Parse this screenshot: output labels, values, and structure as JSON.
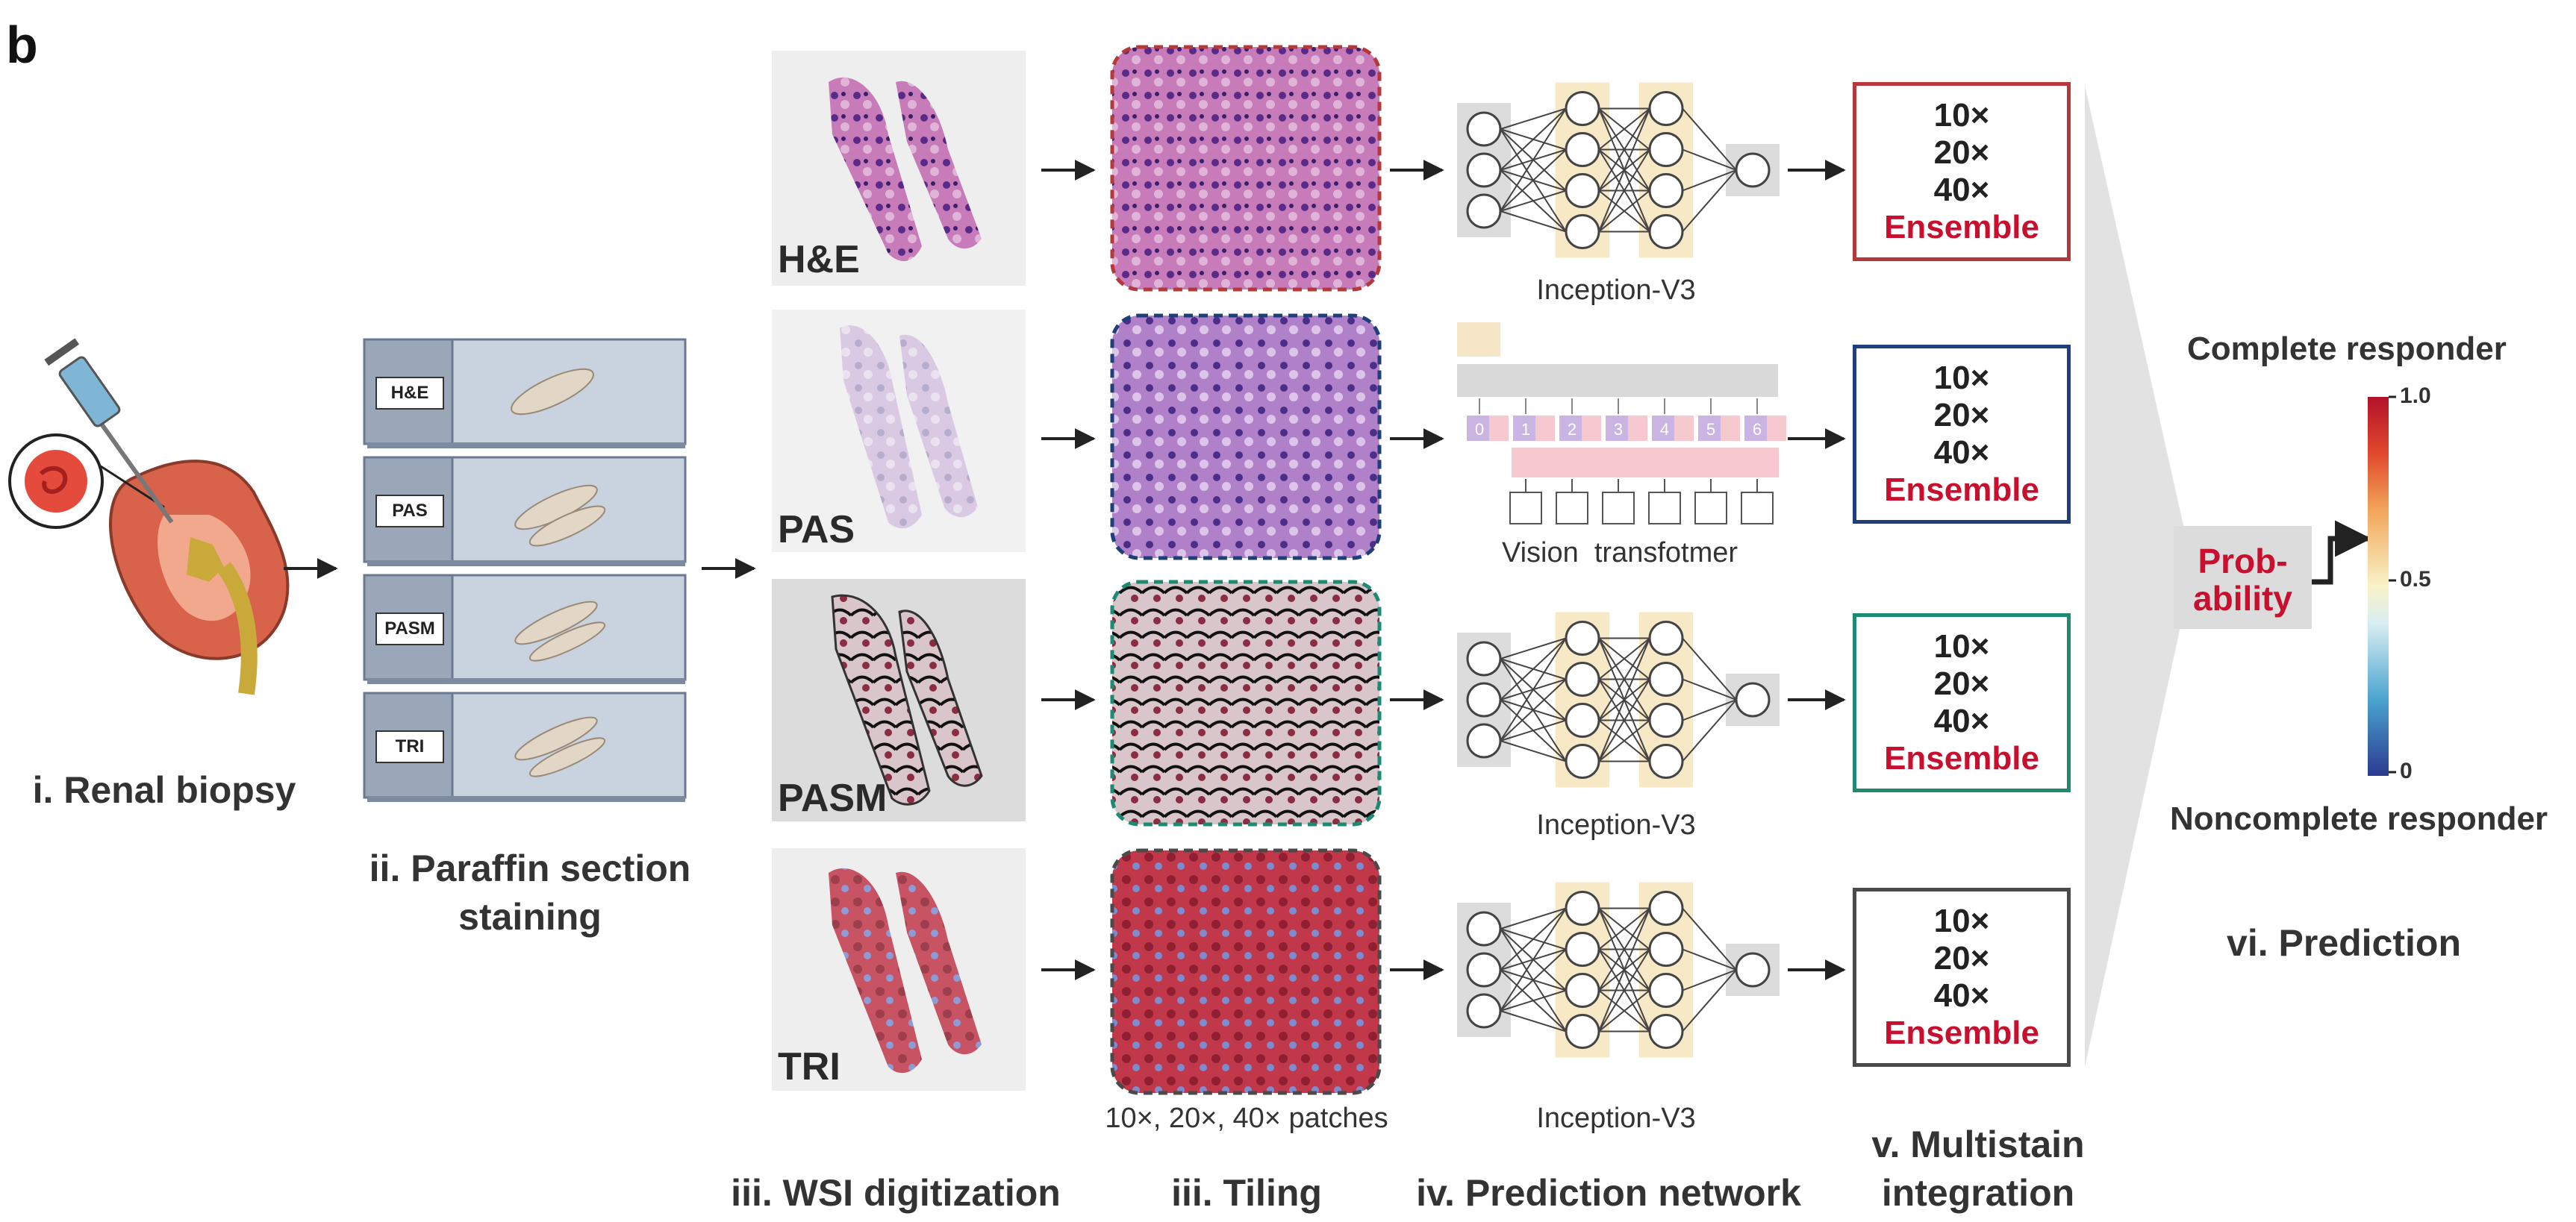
{
  "panel_letter": "b",
  "steps": {
    "renal_biopsy": "i. Renal biopsy",
    "paraffin_line1": "ii. Paraffin section",
    "paraffin_line2": "staining",
    "wsi": "iii. WSI digitization",
    "tiling": "iii. Tiling",
    "prediction_network": "iv. Prediction network",
    "multistain_line1": "v. Multistain",
    "multistain_line2": "integration",
    "prediction": "vi. Prediction"
  },
  "stains": [
    "H&E",
    "PAS",
    "PASM",
    "TRI"
  ],
  "networks": {
    "row1": "Inception-V3",
    "row2": "Vision  transfotmer",
    "row3": "Inception-V3",
    "row4": "Inception-V3"
  },
  "vit_tokens": [
    "0",
    "1",
    "2",
    "3",
    "4",
    "5",
    "6"
  ],
  "patches_caption": "10×, 20×, 40× patches",
  "result_box": {
    "lines": [
      "10×",
      "20×",
      "40×"
    ],
    "ensemble": "Ensemble"
  },
  "box_colors": [
    "#b5393a",
    "#1f3f7a",
    "#1e8a72",
    "#4a4a4a"
  ],
  "tile_border_colors": [
    "#b5393a",
    "#1f3f7a",
    "#1e8a72",
    "#4a4a4a"
  ],
  "probability": {
    "line1": "Prob-",
    "line2": "ability"
  },
  "colorbar": {
    "top_label": "Complete responder",
    "bottom_label": "Noncomplete responder",
    "ticks": [
      "1.0",
      "0.5",
      "0"
    ]
  }
}
